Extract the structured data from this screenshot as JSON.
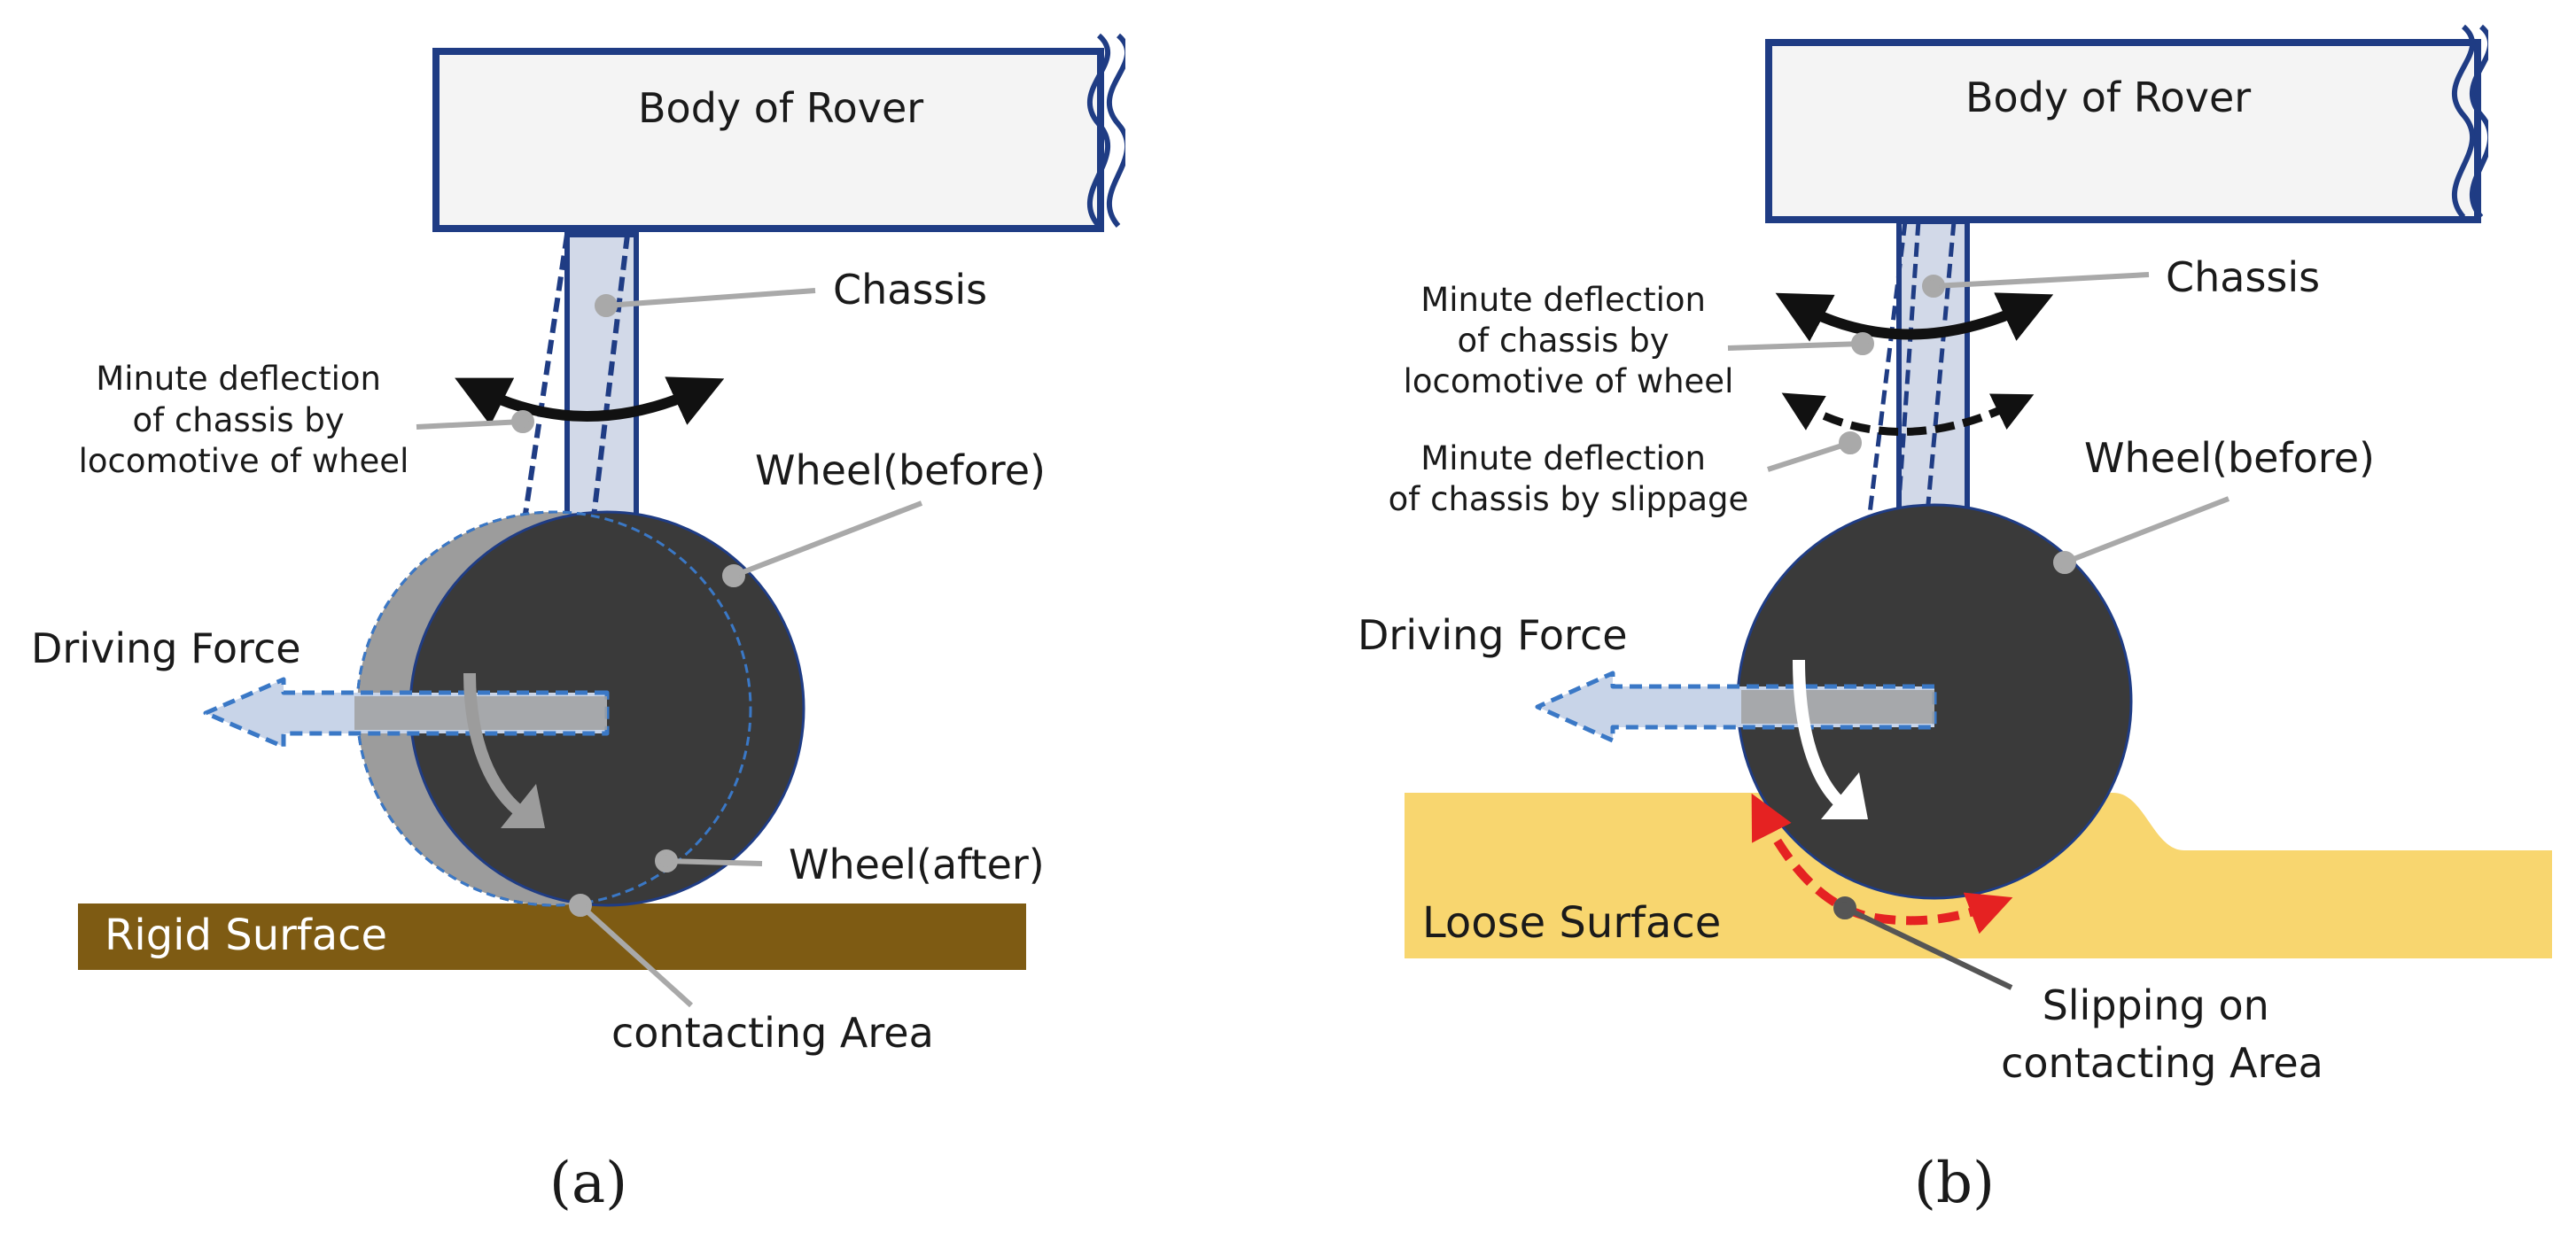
{
  "colors": {
    "rover_border": "#1f3c84",
    "rover_fill": "#f4f4f4",
    "chassis_fill": "#d2d9e8",
    "wheel_fill": "#3a3a3a",
    "wheel_after_fill": "#9c9c9c",
    "rigid_surface": "#7e5b13",
    "loose_surface": "#f8d66f",
    "force_arrow_border": "#3a78c6",
    "force_arrow_fill": "#c8d4e8",
    "leader_line": "#a9a9a9",
    "slip_arrow": "#e52222",
    "curve_arrow": "#111111"
  },
  "panel_a": {
    "body_label": "Body of Rover",
    "chassis_label": "Chassis",
    "deflection_label": [
      "Minute deflection",
      "of chassis by",
      "locomotive of wheel"
    ],
    "wheel_before_label": "Wheel(before)",
    "driving_force_label": "Driving Force",
    "wheel_after_label": "Wheel(after)",
    "surface_label": "Rigid Surface",
    "contact_label": "contacting Area",
    "caption": "(a)"
  },
  "panel_b": {
    "body_label": "Body of Rover",
    "chassis_label": "Chassis",
    "deflection_locomotive_label": [
      "Minute deflection",
      "of chassis by",
      "locomotive of wheel"
    ],
    "deflection_slippage_label": [
      "Minute deflection",
      "of chassis by slippage"
    ],
    "wheel_before_label": "Wheel(before)",
    "driving_force_label": "Driving Force",
    "surface_label": "Loose Surface",
    "slip_label": [
      "Slipping on",
      "contacting Area"
    ],
    "caption": "(b)"
  }
}
